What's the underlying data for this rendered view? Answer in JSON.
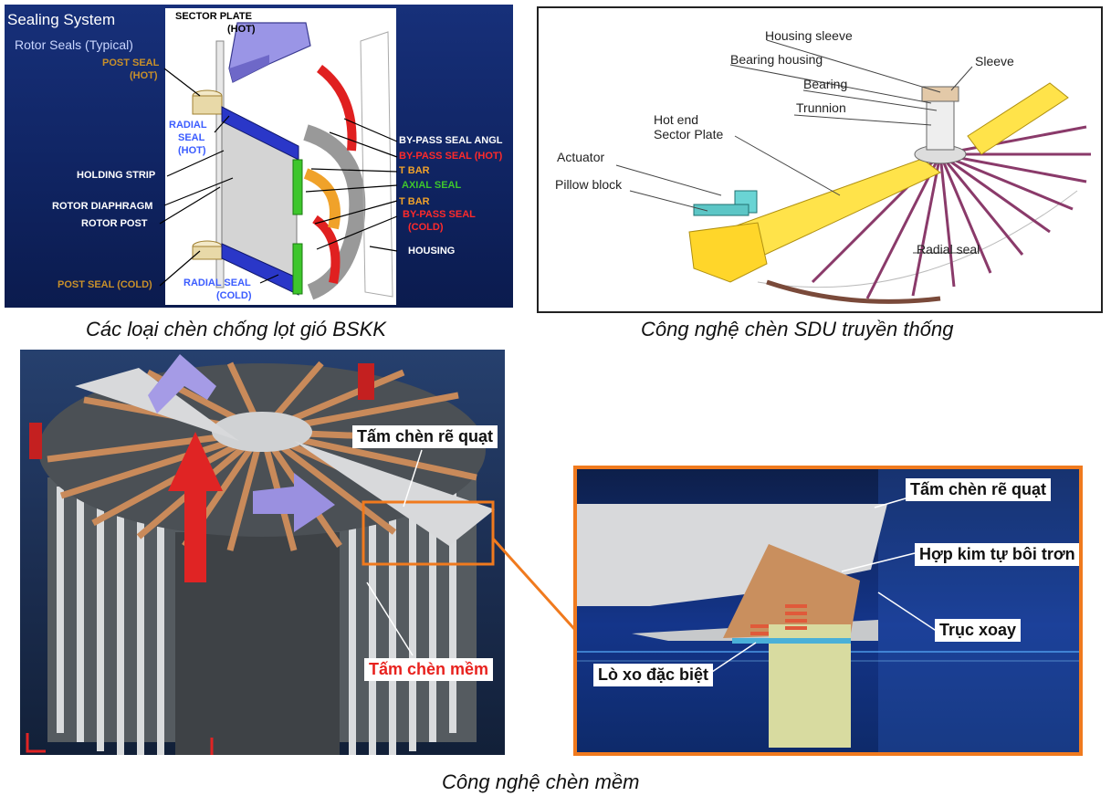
{
  "panel1": {
    "title": "Sealing System",
    "subtitle": "Rotor Seals (Typical)",
    "labels": {
      "sector_plate": "SECTOR PLATE",
      "sector_plate_hot": "(HOT)",
      "post_seal_hot_1": "POST SEAL",
      "post_seal_hot_2": "(HOT)",
      "radial_seal_hot_1": "RADIAL",
      "radial_seal_hot_2": "SEAL",
      "radial_seal_hot_3": "(HOT)",
      "holding_strip": "HOLDING STRIP",
      "rotor_diaphragm": "ROTOR DIAPHRAGM",
      "rotor_post": "ROTOR POST",
      "post_seal_cold": "POST SEAL (COLD)",
      "radial_seal_cold_1": "RADIAL SEAL",
      "radial_seal_cold_2": "(COLD)",
      "bypass_seal_angle": "BY-PASS SEAL ANGL",
      "bypass_seal_hot": "BY-PASS SEAL (HOT)",
      "t_bar_1": "T BAR",
      "axial_seal": "AXIAL SEAL",
      "t_bar_2": "T BAR",
      "bypass_seal_cold_1": "BY-PASS SEAL",
      "bypass_seal_cold_2": "(COLD)",
      "housing": "HOUSING"
    },
    "caption": "Các loại chèn chống lọt gió BSKK"
  },
  "panel2": {
    "labels": {
      "housing_sleeve": "Housing sleeve",
      "bearing_housing": "Bearing housing",
      "sleeve": "Sleeve",
      "bearing": "Bearing",
      "trunnion": "Trunnion",
      "hot_end_1": "Hot end",
      "hot_end_2": "Sector Plate",
      "actuator": "Actuator",
      "pillow_block": "Pillow block",
      "radial_seal": "Radial seal"
    },
    "caption": "Công nghệ chèn SDU truyền thống"
  },
  "panel3": {
    "label_sector": "Tấm chèn rẽ quạt",
    "label_soft": "Tấm chèn mềm"
  },
  "panel4": {
    "label_sector": "Tấm chèn rẽ quạt",
    "label_alloy": "Hợp kim tự bôi trơn",
    "label_axis": "Trục xoay",
    "label_spring": "Lò xo đặc biệt"
  },
  "caption_bottom": "Công nghệ chèn mềm",
  "colors": {
    "panel1_bg": "#142a6a",
    "orange_frame": "#f07a1e",
    "red_label": "#e8221e",
    "blue_label": "#1f3fc8",
    "green_label": "#36c22a",
    "gold_label": "#c8902a"
  }
}
